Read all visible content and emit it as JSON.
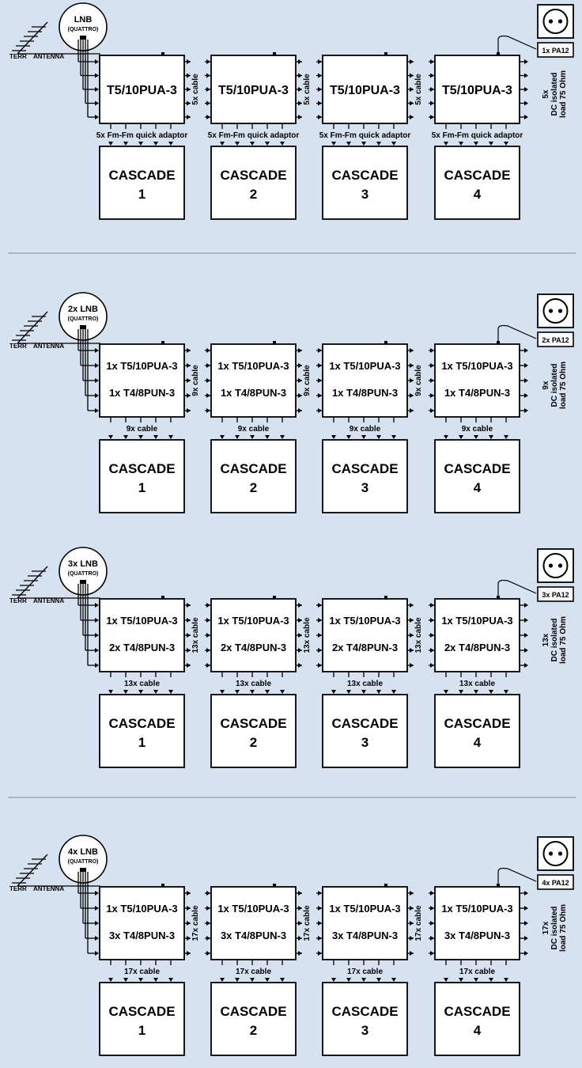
{
  "colors": {
    "background": "#d6e2ef",
    "box_fill": "#ffffff",
    "line": "#000000",
    "divider": "#7e8b99"
  },
  "sections": [
    {
      "lnb_label": "LNB",
      "lnb_sub": "(QUATTRO)",
      "terr_label": "TERR",
      "antenna_label": "ANTENNA",
      "pa_label": "1x PA12",
      "side_label": [
        "5x",
        "DC isolated",
        "load 75 Ohm"
      ],
      "module_lines": [
        "T5/10PUA-3"
      ],
      "between_label": "5x cable",
      "below_label": "5x Fm-Fm quick adaptor",
      "cascades": [
        {
          "title": "CASCADE",
          "number": "1"
        },
        {
          "title": "CASCADE",
          "number": "2"
        },
        {
          "title": "CASCADE",
          "number": "3"
        },
        {
          "title": "CASCADE",
          "number": "4"
        }
      ]
    },
    {
      "lnb_label": "2x LNB",
      "lnb_sub": "(QUATTRO)",
      "terr_label": "TERR",
      "antenna_label": "ANTENNA",
      "pa_label": "2x PA12",
      "side_label": [
        "9x",
        "DC isolated",
        "load 75 Ohm"
      ],
      "module_lines": [
        "1x T5/10PUA-3",
        "1x T4/8PUN-3"
      ],
      "between_label": "9x cable",
      "below_label": "9x cable",
      "cascades": [
        {
          "title": "CASCADE",
          "number": "1"
        },
        {
          "title": "CASCADE",
          "number": "2"
        },
        {
          "title": "CASCADE",
          "number": "3"
        },
        {
          "title": "CASCADE",
          "number": "4"
        }
      ]
    },
    {
      "lnb_label": "3x LNB",
      "lnb_sub": "(QUATTRO)",
      "terr_label": "TERR",
      "antenna_label": "ANTENNA",
      "pa_label": "3x PA12",
      "side_label": [
        "13x",
        "DC isolated",
        "load 75 Ohm"
      ],
      "module_lines": [
        "1x T5/10PUA-3",
        "2x T4/8PUN-3"
      ],
      "between_label": "13x cable",
      "below_label": "13x cable",
      "cascades": [
        {
          "title": "CASCADE",
          "number": "1"
        },
        {
          "title": "CASCADE",
          "number": "2"
        },
        {
          "title": "CASCADE",
          "number": "3"
        },
        {
          "title": "CASCADE",
          "number": "4"
        }
      ]
    },
    {
      "lnb_label": "4x LNB",
      "lnb_sub": "(QUATTRO)",
      "terr_label": "TERR",
      "antenna_label": "ANTENNA",
      "pa_label": "4x PA12",
      "side_label": [
        "17x",
        "DC isolated",
        "load 75 Ohm"
      ],
      "module_lines": [
        "1x T5/10PUA-3",
        "3x T4/8PUN-3"
      ],
      "between_label": "17x cable",
      "below_label": "17x cable",
      "cascades": [
        {
          "title": "CASCADE",
          "number": "1"
        },
        {
          "title": "CASCADE",
          "number": "2"
        },
        {
          "title": "CASCADE",
          "number": "3"
        },
        {
          "title": "CASCADE",
          "number": "4"
        }
      ]
    }
  ]
}
